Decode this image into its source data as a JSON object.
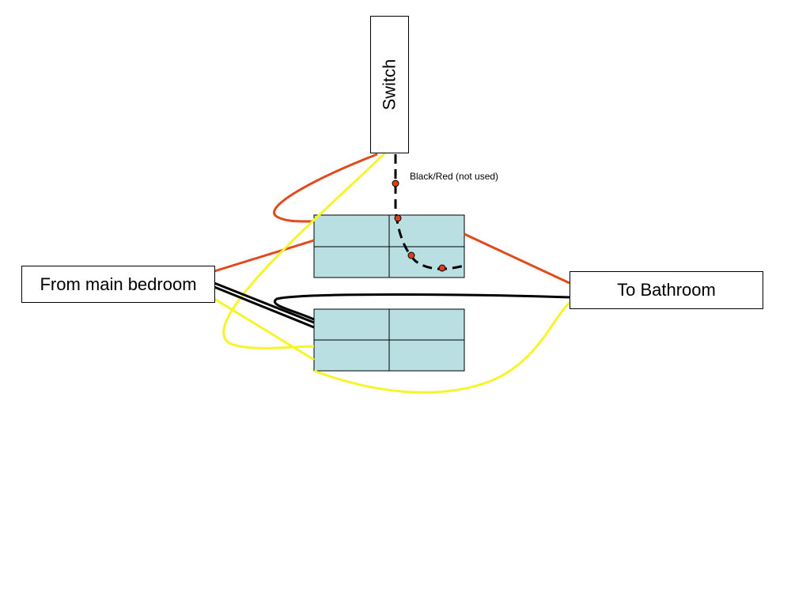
{
  "labels": {
    "switch": "Switch",
    "from": "From main bedroom",
    "to": "To Bathroom",
    "note": "Black/Red (not used)"
  },
  "colors": {
    "red": "#e04a1c",
    "yellow": "#f5f52a",
    "black": "#000000",
    "block": "#b9dfe2",
    "dot": "#d8401c"
  }
}
